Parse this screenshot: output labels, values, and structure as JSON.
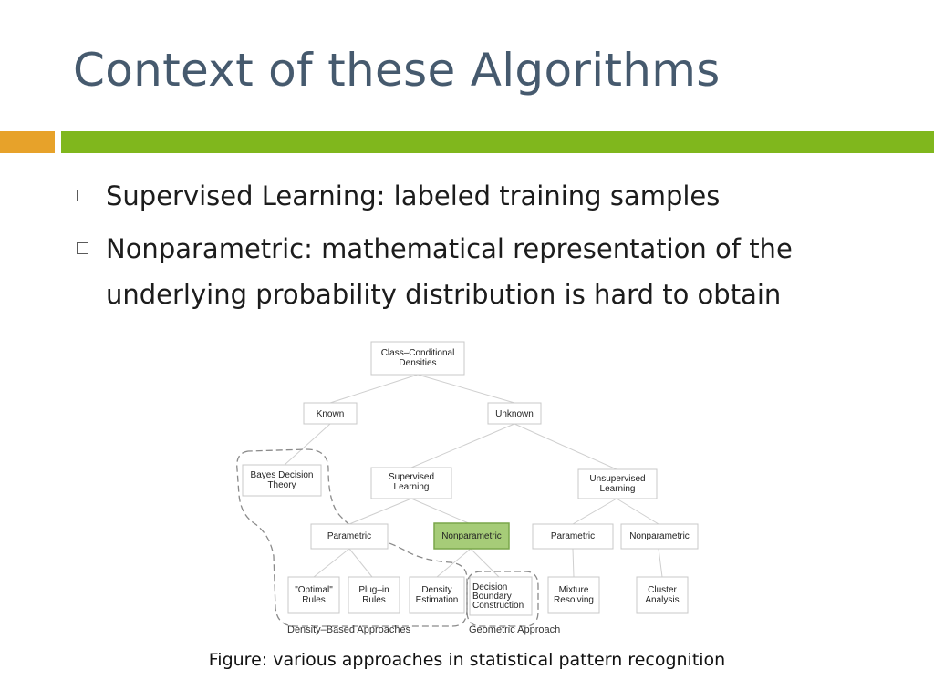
{
  "slide": {
    "title": "Context of these Algorithms",
    "accent_orange": "#e7a22a",
    "accent_green": "#80b71d",
    "title_color": "#465a6e"
  },
  "bullets": [
    {
      "text": "Supervised Learning: labeled training samples"
    },
    {
      "text": "Nonparametric: mathematical representation of the underlying probability distribution is hard to obtain"
    }
  ],
  "diagram": {
    "nodes": {
      "root": [
        "Class–Conditional",
        "Densities"
      ],
      "known": [
        "Known"
      ],
      "unknown": [
        "Unknown"
      ],
      "bayes": [
        "Bayes Decision",
        "Theory"
      ],
      "supervised": [
        "Supervised",
        "Learning"
      ],
      "unsupervised": [
        "Unsupervised",
        "Learning"
      ],
      "param1": [
        "Parametric"
      ],
      "nonparam1": [
        "Nonparametric"
      ],
      "param2": [
        "Parametric"
      ],
      "nonparam2": [
        "Nonparametric"
      ],
      "optimal": [
        "\"Optimal\"",
        "Rules"
      ],
      "plugin": [
        "Plug–in",
        "Rules"
      ],
      "density": [
        "Density",
        "Estimation"
      ],
      "decision": [
        "Decision",
        "Boundary",
        "Construction"
      ],
      "mixture": [
        "Mixture",
        "Resolving"
      ],
      "cluster": [
        "Cluster",
        "Analysis"
      ]
    },
    "highlighted": "nonparam1",
    "highlight_color": "#a6cc78",
    "region_labels": {
      "density_based": "Density–Based Approaches",
      "geometric": "Geometric Approach"
    }
  },
  "caption": "Figure: various approaches in statistical pattern recognition"
}
